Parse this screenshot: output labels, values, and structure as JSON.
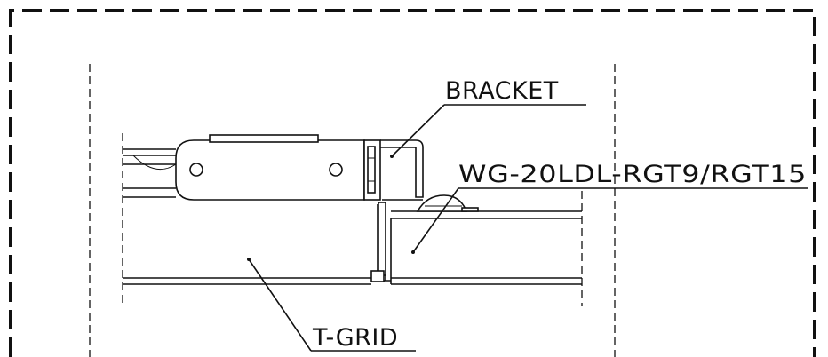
{
  "labels": {
    "bracket": "BRACKET",
    "model": "WG-20LDL-RGT9/RGT15",
    "tgrid": "T-GRID"
  },
  "colors": {
    "line": "#111111",
    "background": "#ffffff"
  }
}
